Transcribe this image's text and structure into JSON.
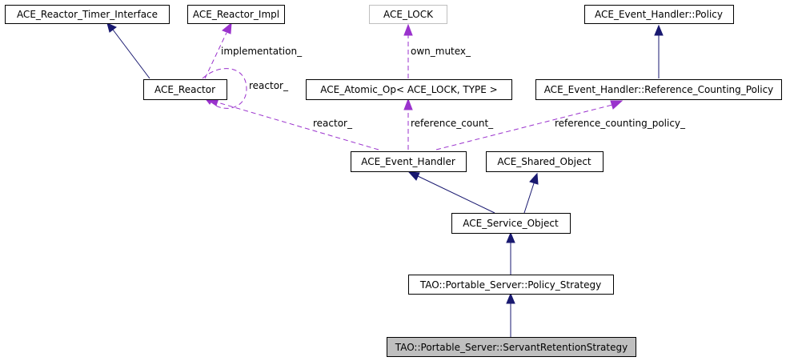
{
  "nodes": {
    "reactor_timer_interface": "ACE_Reactor_Timer_Interface",
    "reactor_impl": "ACE_Reactor_Impl",
    "ace_lock": "ACE_LOCK",
    "event_handler_policy": "ACE_Event_Handler::Policy",
    "ace_reactor": "ACE_Reactor",
    "atomic_op": "ACE_Atomic_Op< ACE_LOCK, TYPE >",
    "reference_counting_policy": "ACE_Event_Handler::Reference_Counting_Policy",
    "event_handler": "ACE_Event_Handler",
    "shared_object": "ACE_Shared_Object",
    "service_object": "ACE_Service_Object",
    "policy_strategy": "TAO::Portable_Server::Policy_Strategy",
    "servant_retention_strategy": "TAO::Portable_Server::ServantRetentionStrategy"
  },
  "edge_labels": {
    "implementation": "implementation_",
    "reactor_self": "reactor_",
    "own_mutex": "own_mutex_",
    "reactor": "reactor_",
    "reference_count": "reference_count_",
    "reference_counting_policy": "reference_counting_policy_"
  },
  "colors": {
    "inheritance": "#191970",
    "usage": "#9a32cd",
    "highlight_fill": "#bfbfbf",
    "faded_border": "#bfbfbf"
  }
}
